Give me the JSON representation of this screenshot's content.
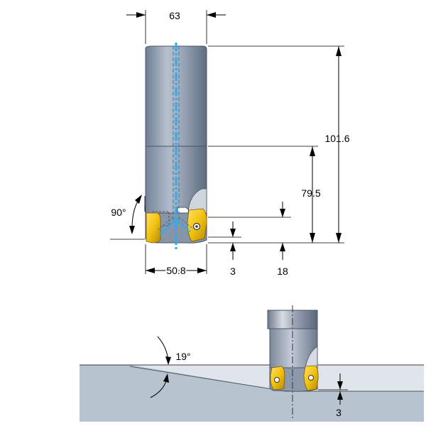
{
  "top_view": {
    "dims": {
      "diameter_shank": "63",
      "length_total": "101.6",
      "length_body": "79.5",
      "angle": "90°",
      "diameter_cutter": "50.8",
      "depth_a": "3",
      "depth_b": "18"
    }
  },
  "bottom_view": {
    "dims": {
      "ramp_angle": "19°",
      "depth": "3"
    }
  },
  "colors": {
    "steel_light": "#c9d1dc",
    "steel_mid": "#9aa7b8",
    "steel_dark": "#5f6f86",
    "insert_yellow": "#f5c518",
    "insert_shade": "#b68a06",
    "coolant_blue": "#3aa8e6",
    "workpiece": "#b7c3cf",
    "workpiece_light": "#dfe5eb"
  }
}
